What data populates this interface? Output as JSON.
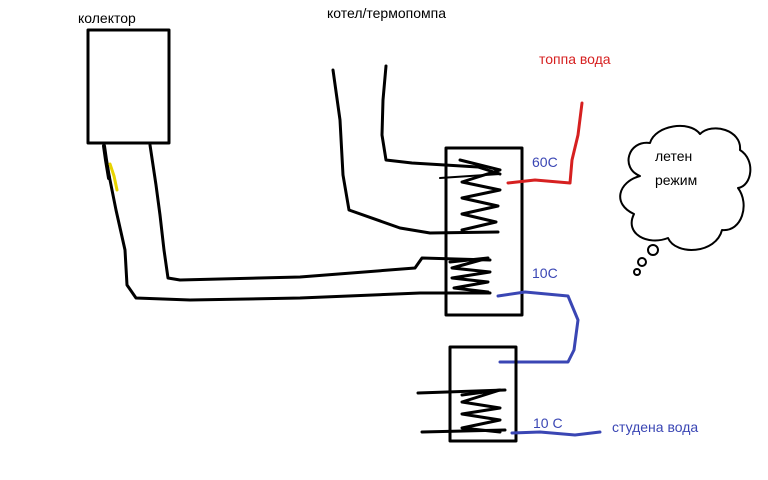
{
  "labels": {
    "collector": "колектор",
    "boiler_heatpump": "котел/термопомпа",
    "hot_water": "топпа вода",
    "temp_top": "60С",
    "temp_mid": "10С",
    "temp_bottom": "10 С",
    "cold_water": "студена вода",
    "thought_line1": "летен",
    "thought_line2": "режим"
  },
  "colors": {
    "line": "#000000",
    "hot": "#d62020",
    "cold": "#3a46b4",
    "sensor": "#e8d400"
  }
}
